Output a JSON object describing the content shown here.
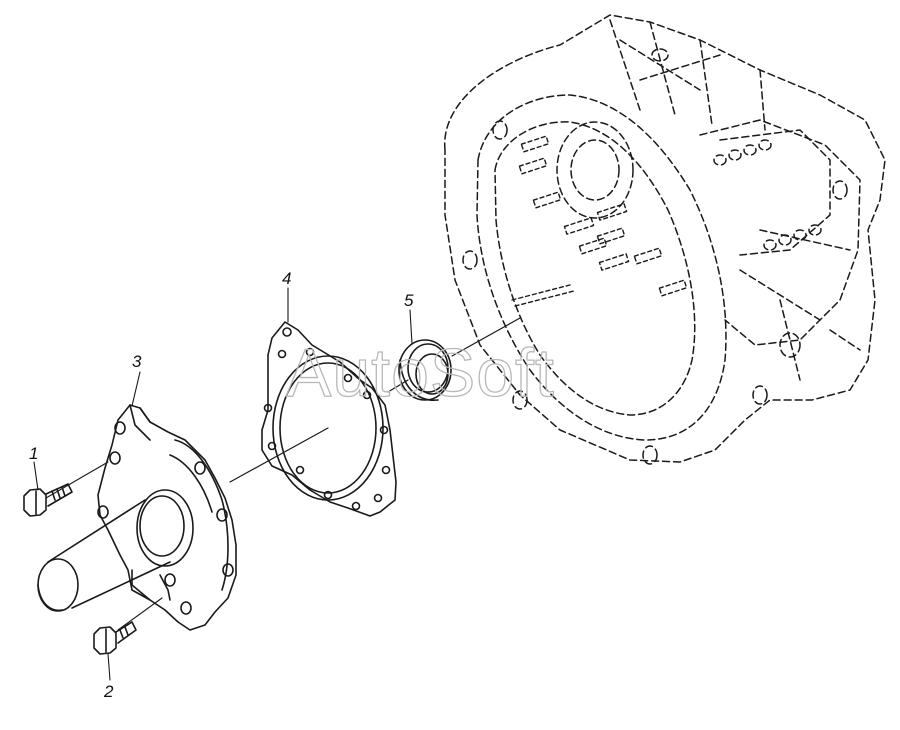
{
  "watermark": "AutoSoft",
  "callouts": [
    {
      "id": "1",
      "label": "1"
    },
    {
      "id": "2",
      "label": "2"
    },
    {
      "id": "3",
      "label": "3"
    },
    {
      "id": "4",
      "label": "4"
    },
    {
      "id": "5",
      "label": "5"
    }
  ],
  "colors": {
    "line": "#1a1a1a",
    "watermark": "#b8b8b8",
    "background": "#ffffff"
  }
}
